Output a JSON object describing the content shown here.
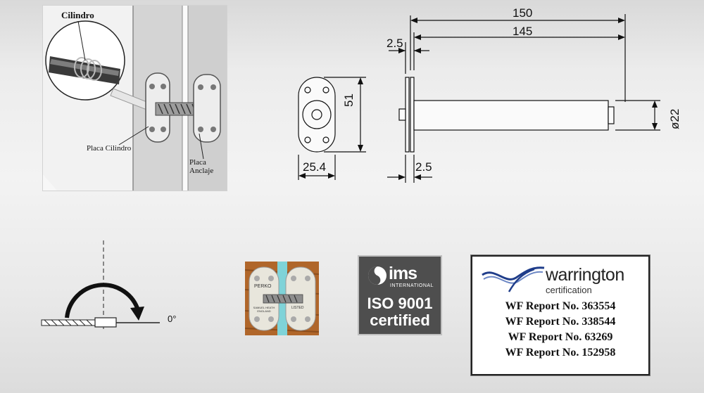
{
  "illustration": {
    "label_cylinder": "Cilindro",
    "label_cylinder_plate": "Placa Cilindro",
    "label_anchor_plate": "Placa Anclaje"
  },
  "dimensions": {
    "total_length": "150",
    "body_length": "145",
    "flange_thickness_top": "2.5",
    "plate_height": "51",
    "plate_width": "25.4",
    "flange_thickness_bottom": "2.5",
    "diameter": "ø22"
  },
  "swing_diagram": {
    "angle_label": "0°"
  },
  "product_photo": {
    "brand_left": "PERKO",
    "maker_left": "SAMUEL HEATH ENGLAND",
    "listed_right": "LISTED"
  },
  "iso_badge": {
    "brand": "ims",
    "brand_sub": "INTERNATIONAL",
    "standard": "ISO 9001",
    "status": "certified",
    "bg_color": "#4e4e4e"
  },
  "warrington": {
    "name": "warrington",
    "subtitle": "certification",
    "logo_color": "#1f3d8a",
    "reports": [
      "WF Report No. 363554",
      "WF Report No. 338544",
      "WF Report No. 63269",
      "WF Report No. 152958"
    ]
  }
}
